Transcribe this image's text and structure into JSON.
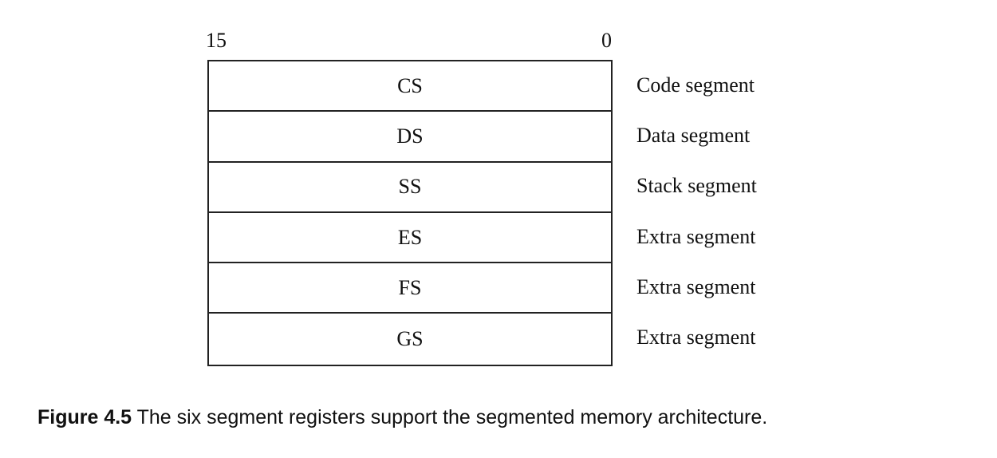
{
  "diagram": {
    "bit_high": "15",
    "bit_low": "0",
    "registers": [
      {
        "name": "CS",
        "description": "Code segment"
      },
      {
        "name": "DS",
        "description": "Data segment"
      },
      {
        "name": "SS",
        "description": "Stack segment"
      },
      {
        "name": "ES",
        "description": "Extra segment"
      },
      {
        "name": "FS",
        "description": "Extra segment"
      },
      {
        "name": "GS",
        "description": "Extra segment"
      }
    ]
  },
  "caption": {
    "number": "Figure 4.5",
    "text": " The six segment registers support the segmented memory architecture."
  }
}
